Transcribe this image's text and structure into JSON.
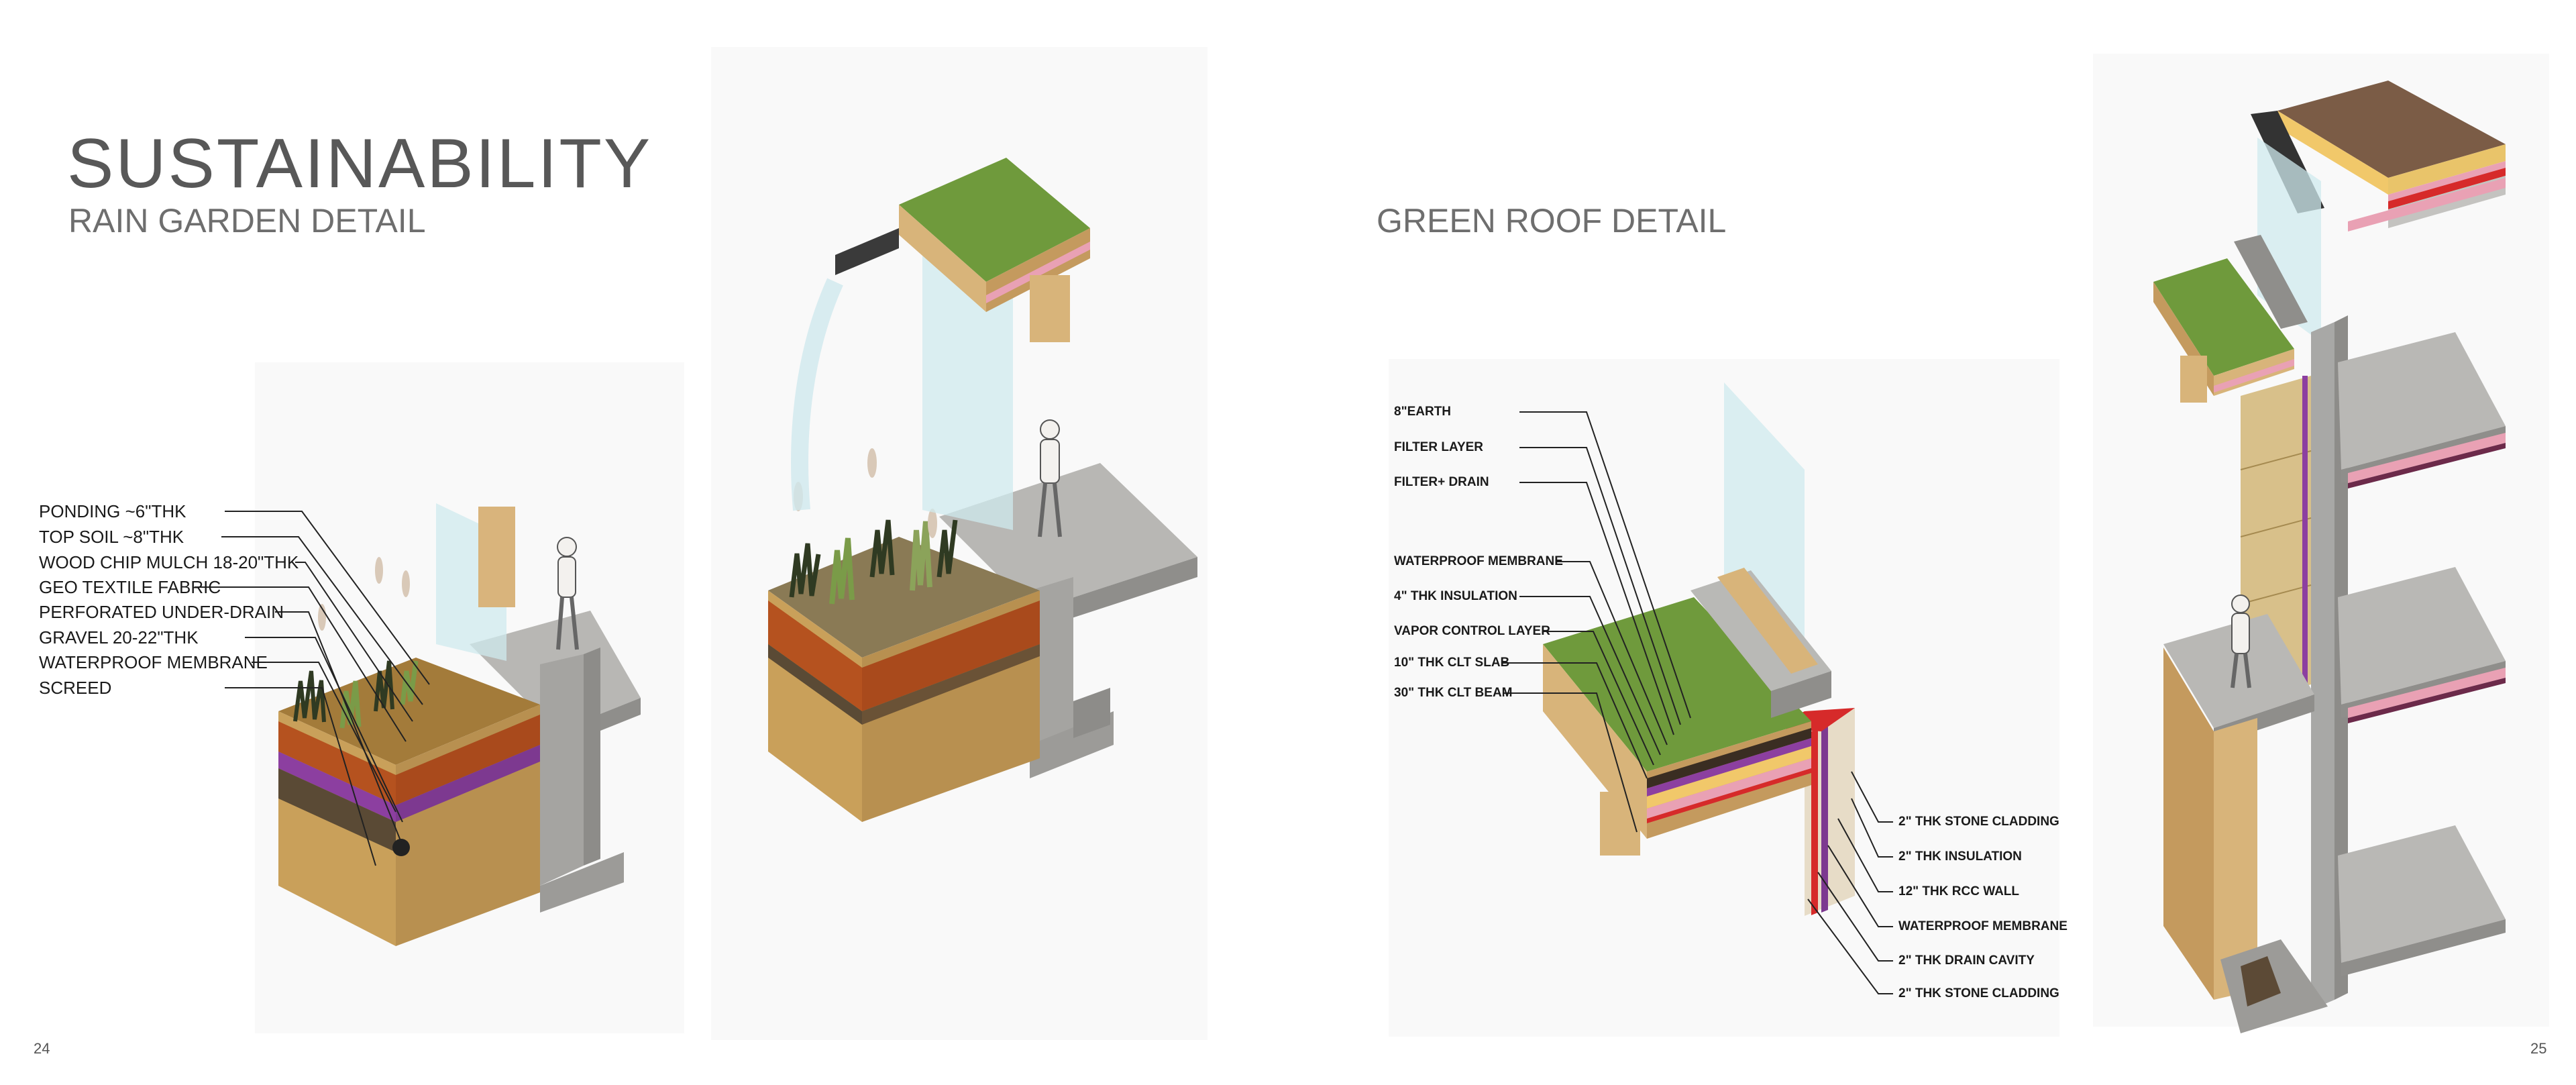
{
  "title": "SUSTAINABILITY",
  "rain_garden": {
    "heading": "RAIN GARDEN DETAIL",
    "labels": [
      "PONDING ~6\"THK",
      "TOP SOIL ~8\"THK",
      "WOOD CHIP MULCH 18-20\"THK",
      "GEO TEXTILE FABRIC",
      "PERFORATED UNDER-DRAIN",
      "GRAVEL 20-22\"THK",
      "WATERPROOF MEMBRANE",
      "SCREED"
    ]
  },
  "green_roof": {
    "heading": "GREEN ROOF DETAIL",
    "labels_left": [
      "8\"EARTH",
      "FILTER LAYER",
      "FILTER+ DRAIN",
      "WATERPROOF MEMBRANE",
      "4\" THK INSULATION",
      "VAPOR CONTROL LAYER",
      "10\" THK CLT SLAB",
      "30\" THK CLT BEAM"
    ],
    "labels_right": [
      "2\" THK STONE CLADDING",
      "2\" THK INSULATION",
      "12\" THK RCC WALL",
      "WATERPROOF MEMBRANE",
      "2\" THK DRAIN CAVITY",
      "2\" THK STONE CLADDING"
    ]
  },
  "page_numbers": {
    "left": "24",
    "right": "25"
  },
  "colors": {
    "grass": "#6f9a3c",
    "soil": "#b5521f",
    "sand": "#c9a05a",
    "concrete": "#a8a8a6",
    "membrane": "#8c3fa0",
    "glass": "#cfe9ee",
    "insulation_pink": "#e9a1b4",
    "rcc_red": "#d62a2a",
    "clt_wood": "#d8b47a"
  }
}
